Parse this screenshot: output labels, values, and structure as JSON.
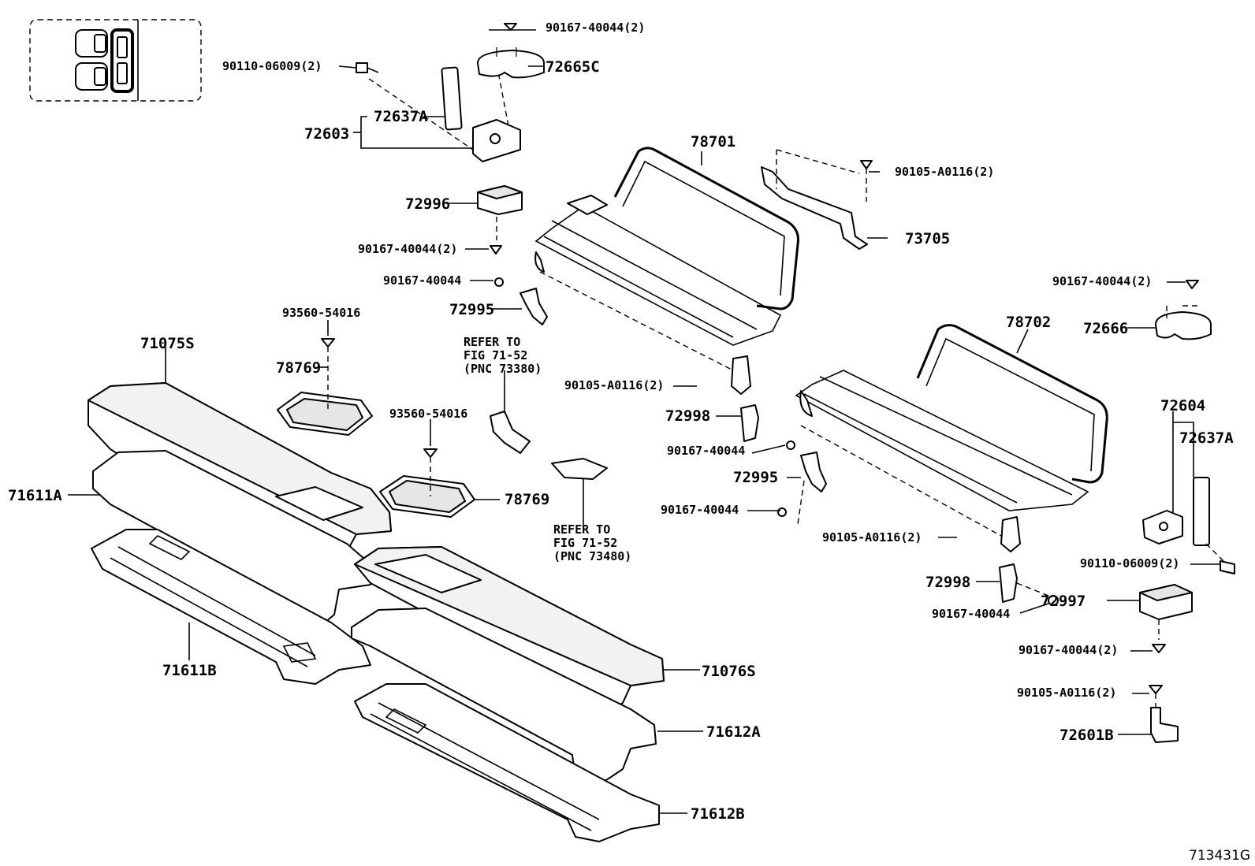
{
  "diagram_id": "713431G",
  "parts": {
    "p90167_40044_2_top": "90167-40044(2)",
    "p72665C": "72665C",
    "p90110_06009_2_left": "90110-06009(2)",
    "p72637A_left": "72637A",
    "p72603": "72603",
    "p78701": "78701",
    "p90105_A0116_2_top": "90105-A0116(2)",
    "p73705": "73705",
    "p72996": "72996",
    "p90167_40044_2_mid": "90167-40044(2)",
    "p90167_40044_a": "90167-40044",
    "p72995_a": "72995",
    "p90167_40044_2_right": "90167-40044(2)",
    "p72666": "72666",
    "p93560_54016_a": "93560-54016",
    "p78702": "78702",
    "p71075S": "71075S",
    "p78769_a": "78769",
    "p90105_A0116_2_mid": "90105-A0116(2)",
    "p72998_a": "72998",
    "p72604": "72604",
    "p93560_54016_b": "93560-54016",
    "p72637A_right": "72637A",
    "p90167_40044_b": "90167-40044",
    "p71611A": "71611A",
    "p72995_b": "72995",
    "p78769_b": "78769",
    "p90167_40044_c": "90167-40044",
    "p90105_A0116_2_low": "90105-A0116(2)",
    "p90110_06009_2_right": "90110-06009(2)",
    "p72998_b": "72998",
    "p72997": "72997",
    "p90167_40044_d": "90167-40044",
    "p90167_40044_2_low": "90167-40044(2)",
    "p71611B": "71611B",
    "p71076S": "71076S",
    "p90105_A0116_2_bottom": "90105-A0116(2)",
    "p71612A": "71612A",
    "p72601B": "72601B",
    "p71612B": "71612B"
  },
  "refs": {
    "ref1": "REFER TO\nFIG 71-52\n(PNC 73380)",
    "ref2": "REFER TO\nFIG 71-52\n(PNC 73480)"
  }
}
